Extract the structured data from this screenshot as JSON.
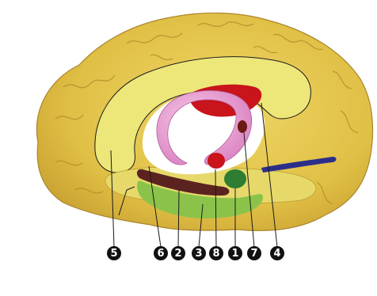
{
  "diagram": {
    "structures": [
      {
        "id": "s1",
        "label": "1",
        "color": "#2e7d32"
      },
      {
        "id": "s2",
        "label": "2",
        "color": "#5b2320"
      },
      {
        "id": "s3",
        "label": "3",
        "color": "#8bc34a"
      },
      {
        "id": "s4",
        "label": "4",
        "color": "#c41c14"
      },
      {
        "id": "s5",
        "label": "5",
        "color": "#e7e06a"
      },
      {
        "id": "s6",
        "label": "6",
        "color": "#e9a6d3"
      },
      {
        "id": "s7",
        "label": "7",
        "color": "#6b1a12"
      },
      {
        "id": "s8",
        "label": "8",
        "color": "#c41c14"
      }
    ],
    "colors": {
      "cortex": "#e2c24a",
      "cortex_shadow": "#b8962a",
      "limbic_band": "#ede77a",
      "fornix": "#eaa0d6",
      "corpus_callosum": "#c8141a",
      "marker": "#111111",
      "optic_tract": "#2b2f8a"
    }
  }
}
